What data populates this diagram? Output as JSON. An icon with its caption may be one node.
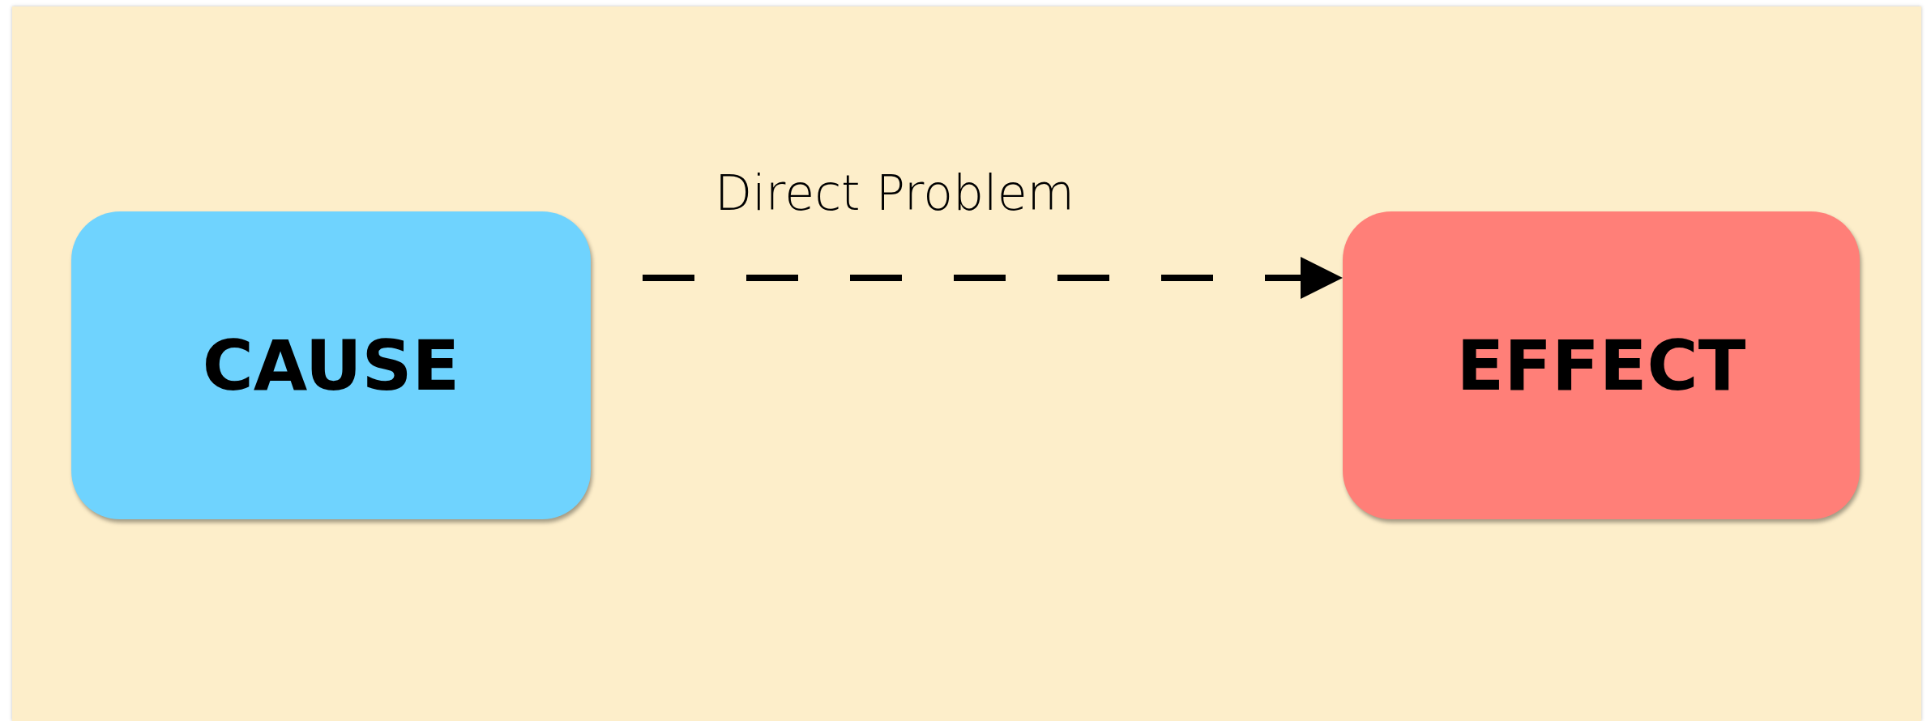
{
  "diagram": {
    "nodes": [
      {
        "text": [
          "CAUSE"
        ]
      },
      {
        "text": [
          "EFFECT"
        ]
      }
    ],
    "edges": [
      {
        "from": 0,
        "to": 1,
        "arrow": "to",
        "label": "Direct Problem",
        "style": "dashed"
      }
    ]
  }
}
